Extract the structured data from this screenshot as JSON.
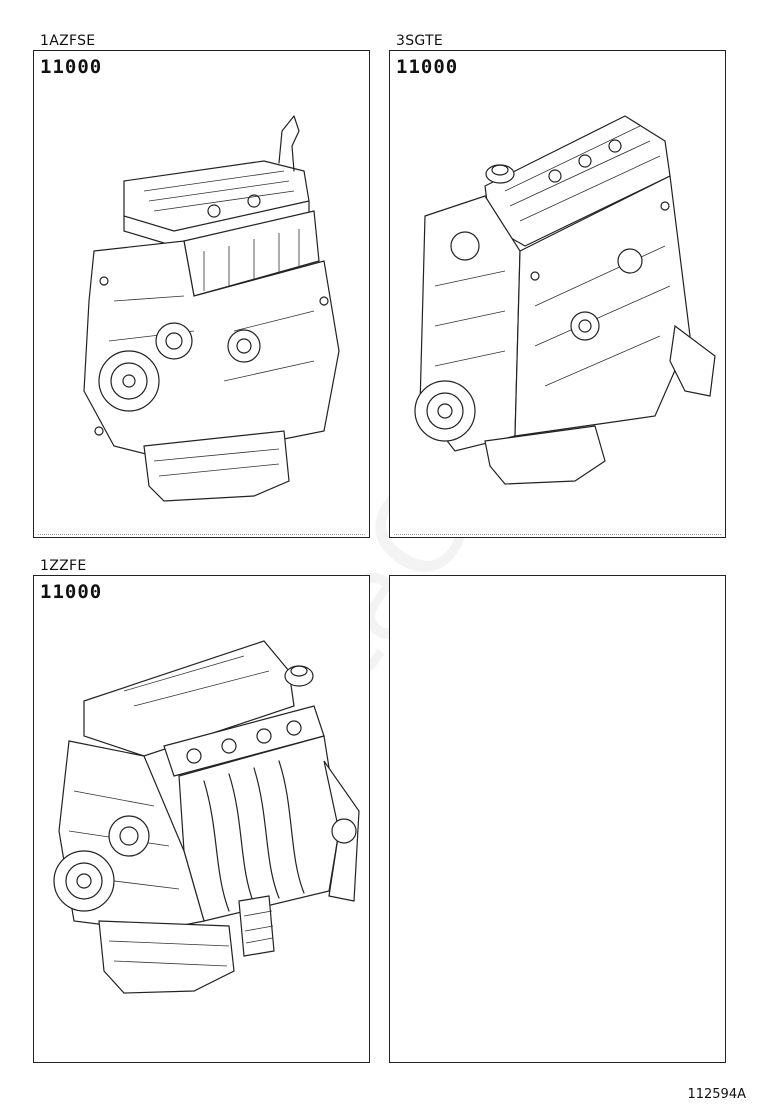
{
  "panels": [
    {
      "engine": "1AZFSE",
      "part_number": "11000"
    },
    {
      "engine": "3SGTE",
      "part_number": "11000"
    },
    {
      "engine": "1ZZFE",
      "part_number": "11000"
    },
    {
      "engine": "",
      "part_number": ""
    }
  ],
  "diagram_id": "112594A",
  "watermark": "ToyotaCarParts"
}
